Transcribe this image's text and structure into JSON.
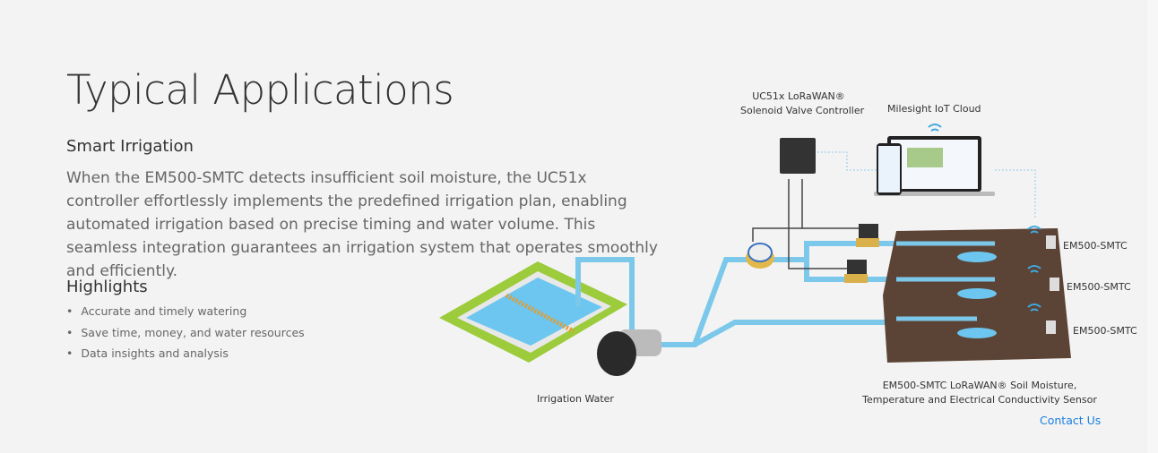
{
  "title": "Typical Applications",
  "section": {
    "subtitle": "Smart Irrigation",
    "description": "When the EM500-SMTC detects insufficient soil moisture, the UC51x controller effortlessly implements the predefined irrigation plan, enabling automated irrigation based on precise timing and water volume. This seamless integration guarantees an irrigation system that operates smoothly and efficiently."
  },
  "highlights": {
    "heading": "Highlights",
    "items": [
      "Accurate and timely watering",
      "Save time, money, and water resources",
      "Data insights and analysis"
    ]
  },
  "diagram": {
    "controller_label_1": "UC51x LoRaWAN®",
    "controller_label_2": "Solenoid Valve Controller",
    "cloud_label": "Milesight IoT Cloud",
    "sensor_labels": [
      "EM500-SMTC",
      "EM500-SMTC",
      "EM500-SMTC"
    ],
    "water_label": "Irrigation Water",
    "sensor_caption_1": "EM500-SMTC LoRaWAN® Soil Moisture,",
    "sensor_caption_2": "Temperature and Electrical Conductivity Sensor"
  },
  "contact_label": "Contact Us",
  "colors": {
    "pipe": "#7cc8ea",
    "soil": "#5b4436",
    "link": "#1a7fe0"
  }
}
